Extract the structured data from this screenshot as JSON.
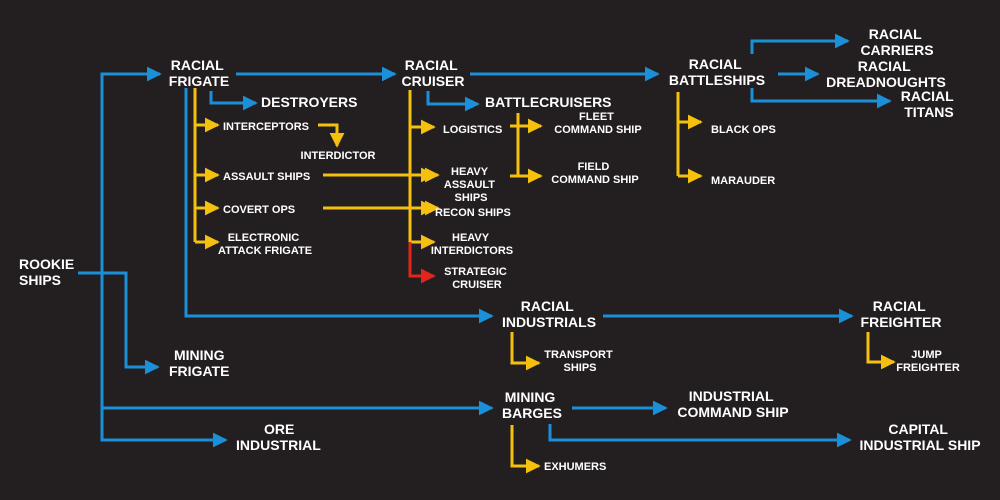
{
  "colors": {
    "background": "#231f20",
    "text": "#ffffff",
    "blue": "#1b8fd8",
    "yellow": "#f6c00f",
    "red": "#e2261c"
  },
  "nodes": {
    "rookie": [
      "ROOKIE",
      "SHIPS"
    ],
    "frigate": [
      "RACIAL",
      "FRIGATE"
    ],
    "cruiser": [
      "RACIAL",
      "CRUISER"
    ],
    "battleships": [
      "RACIAL",
      "BATTLESHIPS"
    ],
    "carriers": [
      "RACIAL",
      "CARRIERS"
    ],
    "dreadnoughts": [
      "RACIAL",
      "DREADNOUGHTS"
    ],
    "titans": [
      "RACIAL",
      "TITANS"
    ],
    "destroyers": [
      "DESTROYERS"
    ],
    "battlecruisers": [
      "BATTLECRUISERS"
    ],
    "interceptors": [
      "INTERCEPTORS"
    ],
    "interdictor": [
      "INTERDICTOR"
    ],
    "assault_ships": [
      "ASSAULT SHIPS"
    ],
    "covert_ops": [
      "COVERT OPS"
    ],
    "ewar_frigate": [
      "ELECTRONIC",
      "ATTACK FRIGATE"
    ],
    "logistics": [
      "LOGISTICS"
    ],
    "heavy_assault": [
      "HEAVY",
      "ASSAULT",
      "SHIPS"
    ],
    "recon": [
      "RECON SHIPS"
    ],
    "heavy_interdictors": [
      "HEAVY",
      "INTERDICTORS"
    ],
    "strategic_cruiser": [
      "STRATEGIC",
      "CRUISER"
    ],
    "fleet_command": [
      "FLEET",
      "COMMAND SHIP"
    ],
    "field_command": [
      "FIELD",
      "COMMAND SHIP"
    ],
    "black_ops": [
      "BLACK OPS"
    ],
    "marauder": [
      "MARAUDER"
    ],
    "mining_frigate": [
      "MINING",
      "FRIGATE"
    ],
    "industrials": [
      "RACIAL",
      "INDUSTRIALS"
    ],
    "transport": [
      "TRANSPORT",
      "SHIPS"
    ],
    "freighter": [
      "RACIAL",
      "FREIGHTER"
    ],
    "jump_freighter": [
      "JUMP",
      "FREIGHTER"
    ],
    "ore_industrial": [
      "ORE",
      "INDUSTRIAL"
    ],
    "mining_barges": [
      "MINING",
      "BARGES"
    ],
    "industrial_command": [
      "INDUSTRIAL",
      "COMMAND SHIP"
    ],
    "capital_industrial": [
      "CAPITAL",
      "INDUSTRIAL SHIP"
    ],
    "exhumers": [
      "EXHUMERS"
    ]
  }
}
